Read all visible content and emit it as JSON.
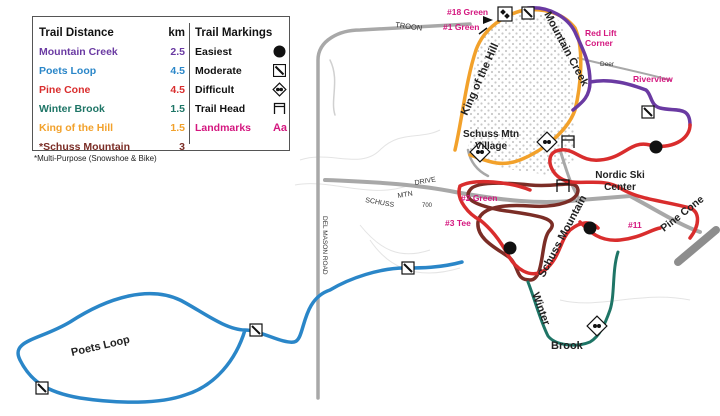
{
  "legend": {
    "distance_header": "Trail Distance",
    "km_header": "km",
    "trails": [
      {
        "name": "Mountain Creek",
        "km": "2.5",
        "color": "#6a3aa2"
      },
      {
        "name": "Poets Loop",
        "km": "4.5",
        "color": "#2a86c8"
      },
      {
        "name": "Pine Cone",
        "km": "4.5",
        "color": "#d92d2d"
      },
      {
        "name": "Winter Brook",
        "km": "1.5",
        "color": "#1e7566"
      },
      {
        "name": "King of the Hill",
        "km": "1.5",
        "color": "#f2a12b"
      },
      {
        "name": "*Schuss Mountain",
        "km": "3",
        "color": "#7b2d26"
      }
    ],
    "markings_header": "Trail Markings",
    "markings": [
      "Easiest",
      "Moderate",
      "Difficult",
      "Trail Head",
      "Landmarks"
    ],
    "landmark_symbol": "Aa",
    "footnote": "*Multi-Purpose (Snowshoe & Bike)"
  },
  "labels": {
    "troon": "TROON",
    "green18": "#18 Green",
    "green1": "#1 Green",
    "king_of_the_hill": "King of the Hill",
    "mountain_creek": "Mountain Creek",
    "red_lift_corner_1": "Red Lift",
    "red_lift_corner_2": "Corner",
    "deer": "Deer",
    "riverview": "Riverview",
    "village_1": "Schuss Mtn",
    "village_2": "Village",
    "nordic_1": "Nordic Ski",
    "nordic_2": "Center",
    "drive_1": "SCHUSS",
    "drive_2": "MTN",
    "drive_3": "DRIVE",
    "road_700": "700",
    "green2": "#2 Green",
    "tee3": "#3 Tee",
    "schuss_mountain": "Schuss Mountain",
    "hole11": "#11",
    "pine_cone": "Pine Cone",
    "del_mason_road": "DEL MASON ROAD",
    "poets_loop": "Poets Loop",
    "winter": "Winter",
    "brook": "Brook"
  },
  "colors": {
    "road": "#a8a8a8",
    "landmark": "#d4177f",
    "mountain_creek": "#6a3aa2",
    "poets_loop": "#2a86c8",
    "pine_cone": "#d92d2d",
    "winter_brook": "#1e7566",
    "king_of_the_hill": "#f2a12b",
    "schuss_mountain": "#7b2d26"
  }
}
